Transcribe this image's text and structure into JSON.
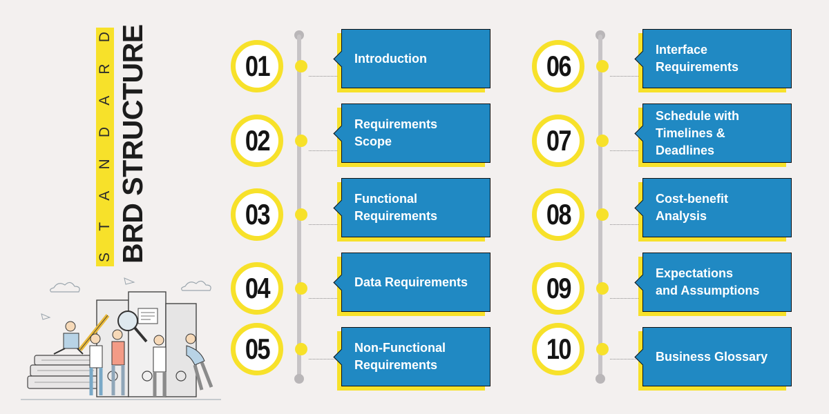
{
  "title": {
    "kicker": "STANDARD",
    "main": "BRD STRUCTURE"
  },
  "colors": {
    "accent": "#f7e12a",
    "card": "#2089c3",
    "background": "#f3f0ef"
  },
  "steps_left": [
    {
      "num": "01",
      "label": "Introduction"
    },
    {
      "num": "02",
      "label": "Requirements\nScope"
    },
    {
      "num": "03",
      "label": "Functional\nRequirements"
    },
    {
      "num": "04",
      "label": "Data Requirements"
    },
    {
      "num": "05",
      "label": "Non-Functional\nRequirements"
    }
  ],
  "steps_right": [
    {
      "num": "06",
      "label": "Interface\nRequirements"
    },
    {
      "num": "07",
      "label": "Schedule with\nTimelines &\nDeadlines"
    },
    {
      "num": "08",
      "label": "Cost-benefit\nAnalysis"
    },
    {
      "num": "09",
      "label": "Expectations\nand Assumptions"
    },
    {
      "num": "10",
      "label": "Business Glossary"
    }
  ],
  "illustration": {
    "icon": "team-planning-illustration"
  }
}
